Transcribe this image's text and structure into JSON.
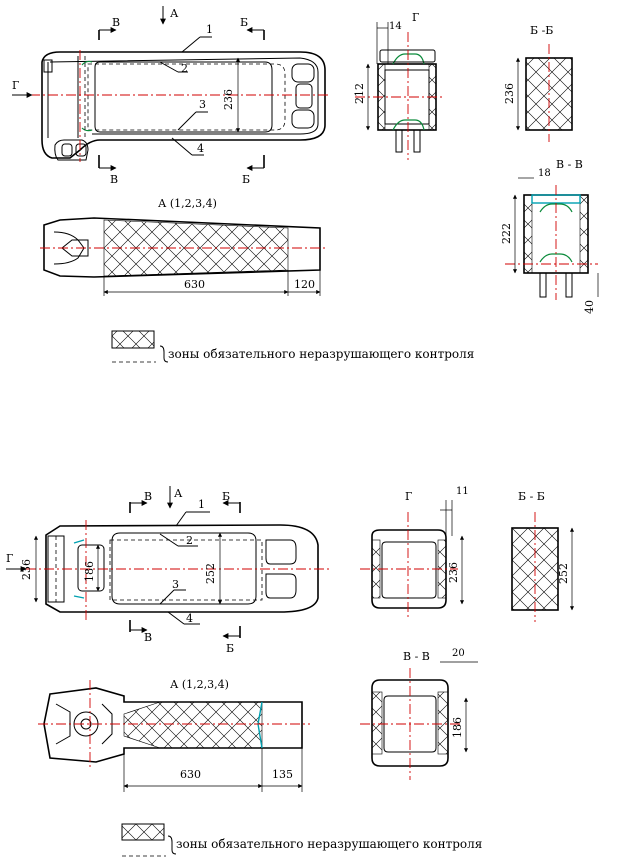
{
  "upper": {
    "section_marks": {
      "v": "В",
      "b": "Б",
      "g": "Г",
      "a": "А"
    },
    "callouts": [
      "1",
      "2",
      "3",
      "4"
    ],
    "dims": {
      "height_236": "236",
      "g_212": "212",
      "g_14": "14",
      "bb_236": "236",
      "vv_18": "18",
      "vv_222": "222",
      "vv_40": "40",
      "len_630": "630",
      "len_120": "120"
    },
    "view_titles": {
      "g": "Г",
      "bb": "Б -Б",
      "vv": "В - В",
      "a": "А (1,2,3,4)"
    },
    "legend_text": "зоны обязательного неразрушающего контроля"
  },
  "lower": {
    "section_marks": {
      "v": "В",
      "b": "Б",
      "g": "Г",
      "a": "А"
    },
    "callouts": [
      "1",
      "2",
      "3",
      "4"
    ],
    "dims": {
      "d236": "236",
      "d186": "186",
      "d252": "252",
      "g_11": "11",
      "g_236": "236",
      "bb_252": "252",
      "vv_20": "20",
      "vv_186": "186",
      "len_630": "630",
      "len_135": "135"
    },
    "view_titles": {
      "g": "Г",
      "bb": "Б - Б",
      "vv": "В - В",
      "a": "А (1,2,3,4)"
    },
    "legend_text": "зоны обязательного неразрушающего контроля"
  }
}
